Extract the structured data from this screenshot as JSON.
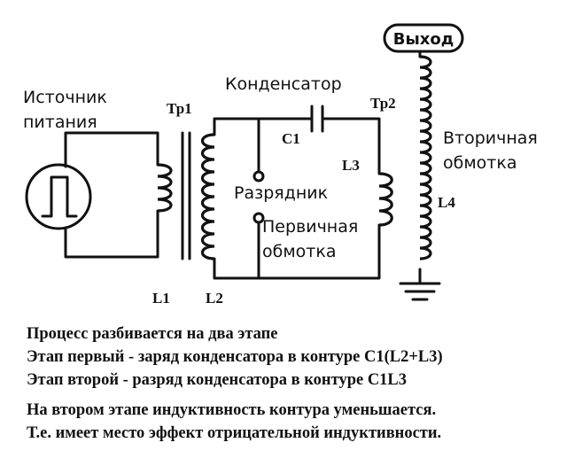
{
  "labels": {
    "source": [
      "Источник",
      "питания"
    ],
    "tr1": "Тр1",
    "tr2": "Тр2",
    "capacitor": "Конденсатор",
    "c1": "C1",
    "l1": "L1",
    "l2": "L2",
    "l3": "L3",
    "l4": "L4",
    "spark_gap": "Разрядник",
    "primary": [
      "Первичная",
      "обмотка"
    ],
    "secondary": [
      "Вторичная",
      "обмотка"
    ],
    "output": "Выход"
  },
  "notes": {
    "line1": "Процесс разбивается на два этапе",
    "line2": "Этап первый - заряд конденсатора в контуре C1(L2+L3)",
    "line3": "Этап второй - разряд конденсатора в контуре C1L3",
    "line4": "На втором этапе индуктивность контура уменьшается.",
    "line5": "Т.е. имеет место эффект отрицательной индуктивности."
  }
}
